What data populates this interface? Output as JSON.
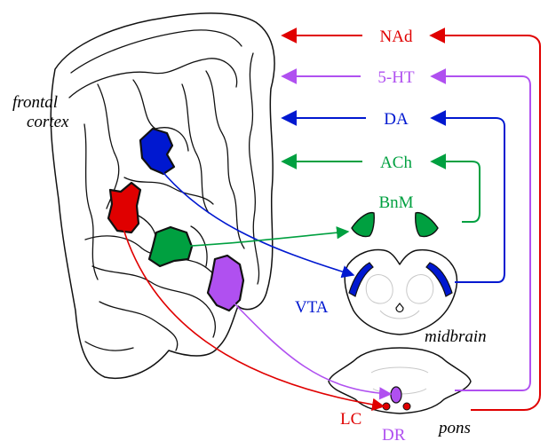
{
  "labels": {
    "region_label_line1": "frontal",
    "region_label_line2": "cortex",
    "midbrain": "midbrain",
    "pons": "pons",
    "vta": "VTA",
    "bnm": "BnM",
    "lc": "LC",
    "dr": "DR"
  },
  "transmitters": [
    {
      "key": "nad",
      "label": "NAd",
      "color": "#e00000"
    },
    {
      "key": "5ht",
      "label": "5-HT",
      "color": "#b050f0"
    },
    {
      "key": "da",
      "label": "DA",
      "color": "#0018d0"
    },
    {
      "key": "ach",
      "label": "ACh",
      "color": "#00a040"
    }
  ],
  "colors": {
    "noradrenaline": "#e00000",
    "serotonin": "#b050f0",
    "dopamine": "#0018d0",
    "acetylcholine": "#00a040",
    "outline": "#111111"
  }
}
